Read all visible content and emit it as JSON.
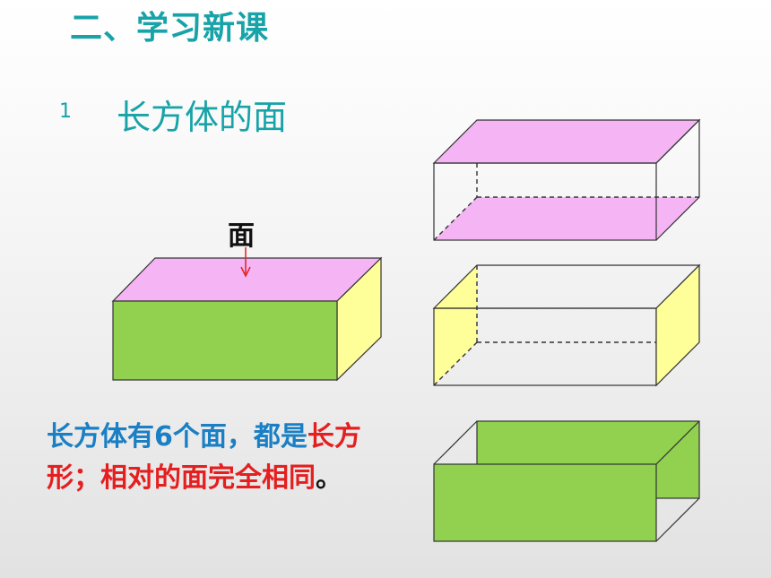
{
  "title": "二、学习新课",
  "section": {
    "number": "1",
    "label": "长方体的面"
  },
  "face_label": "面",
  "description": {
    "part_blue": "长方体有6个面，都是",
    "part_red": "长方形；相对的面完全相同",
    "part_end": "。"
  },
  "colors": {
    "accent": "#17a3a8",
    "top_face": "#f5b5f5",
    "front_face": "#92d050",
    "side_face": "#ffff99",
    "arrow": "#e51f1f"
  }
}
